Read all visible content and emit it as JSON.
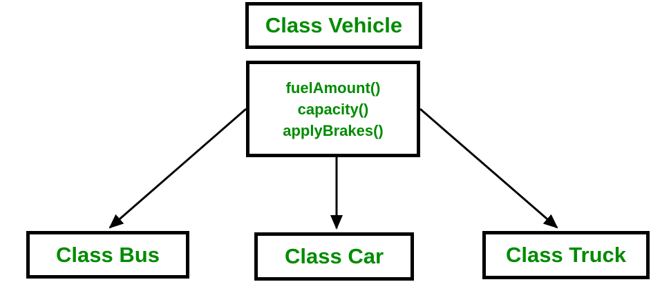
{
  "diagram": {
    "parent_class": {
      "label": "Class Vehicle"
    },
    "methods_box": {
      "methods": [
        "fuelAmount()",
        "capacity()",
        "applyBrakes()"
      ]
    },
    "child_classes": [
      {
        "label": "Class Bus"
      },
      {
        "label": "Class Car"
      },
      {
        "label": "Class Truck"
      }
    ],
    "colors": {
      "text_green": "#008b00",
      "line_black": "#000000",
      "background": "#ffffff"
    }
  }
}
